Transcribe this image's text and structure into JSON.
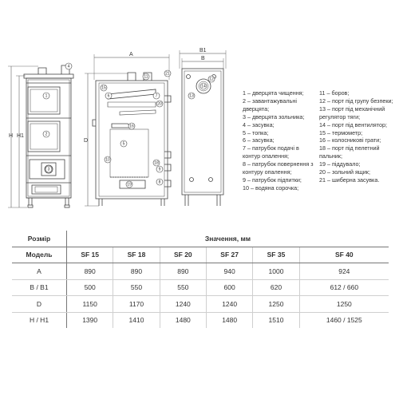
{
  "dimension_labels": {
    "a": "A",
    "b1": "B1",
    "b": "B",
    "h": "H",
    "h1": "H1",
    "d": "D"
  },
  "callout_numbers": [
    "1",
    "2",
    "3",
    "4",
    "5",
    "6",
    "7",
    "8",
    "9",
    "10",
    "11",
    "12",
    "13",
    "14",
    "15",
    "16",
    "17",
    "18",
    "19",
    "20",
    "21"
  ],
  "legend_left": [
    "1 – дверцята чищення;",
    "2 – завантажувальні",
    "дверцята;",
    "3 – дверцята зольника;",
    "4 – засувка;",
    "5 – топка;",
    "6 – засувка;",
    "7 – патрубок подачі в",
    "контур опалення;",
    "8 – патрубок повернення з",
    "контуру опалення;",
    "9 – патрубок підпитки;",
    "10 – водяна сорочка;"
  ],
  "legend_right": [
    "11 – боров;",
    "12 – порт під групу безпеки;",
    "13 – порт під механічний",
    "регулятор тяги;",
    "14 – порт під вентилятор;",
    "15 – термометр;",
    "16 – колосникові грати;",
    "18 – порт під пелетний",
    "пальник;",
    "19 – піддувало;",
    "20 – зольний ящик;",
    "21 – шиберна засувка."
  ],
  "table": {
    "header_size": "Розмір",
    "header_values": "Значення, мм",
    "header_model": "Модель",
    "models": [
      "SF 15",
      "SF 18",
      "SF 20",
      "SF 27",
      "SF 35",
      "SF 40"
    ],
    "rows": [
      {
        "label": "A",
        "values": [
          "890",
          "890",
          "890",
          "940",
          "1000",
          "924"
        ]
      },
      {
        "label": "B / B1",
        "values": [
          "500",
          "550",
          "550",
          "600",
          "620",
          "612 / 660"
        ]
      },
      {
        "label": "D",
        "values": [
          "1150",
          "1170",
          "1240",
          "1240",
          "1250",
          "1250"
        ]
      },
      {
        "label": "H / H1",
        "values": [
          "1390",
          "1410",
          "1480",
          "1480",
          "1510",
          "1460 / 1525"
        ]
      }
    ]
  }
}
